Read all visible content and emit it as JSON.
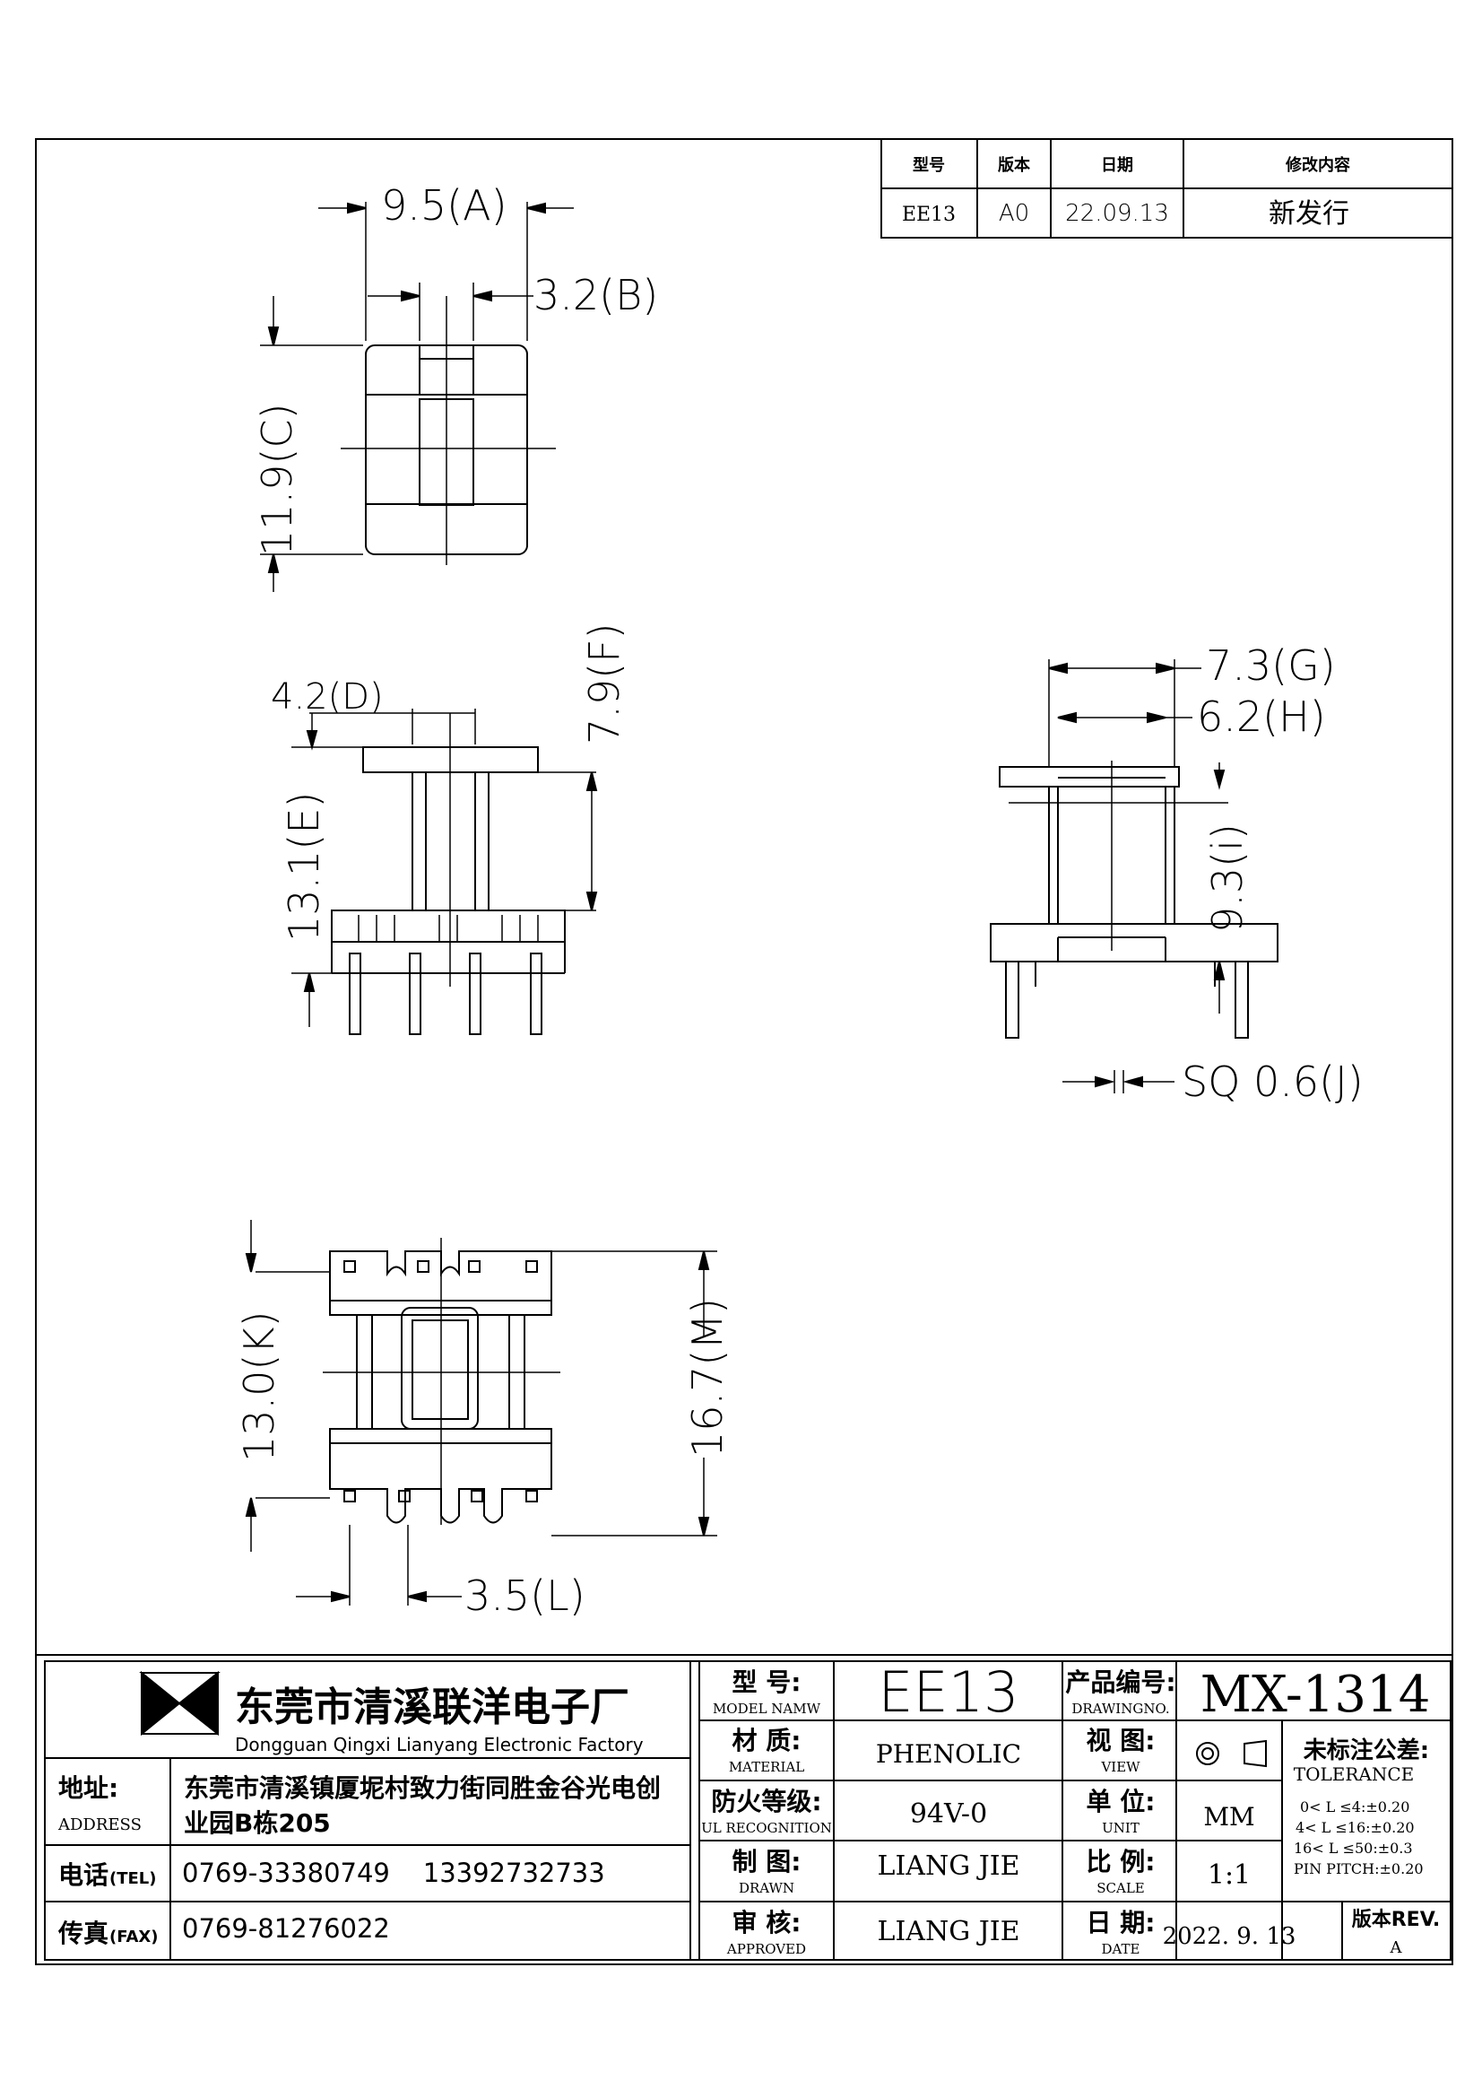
{
  "revision_table": {
    "headers": [
      "型号",
      "版本",
      "日期",
      "修改内容"
    ],
    "row": [
      "EE13",
      "A0",
      "22.09.13",
      "新发行"
    ]
  },
  "dimensions": {
    "A": "9.5(A)",
    "B": "3.2(B)",
    "C": "11.9(C)",
    "D": "4.2(D)",
    "E": "13.1(E)",
    "F": "7.9(F)",
    "G": "7.3(G)",
    "H": "6.2(H)",
    "I": "9.3(i)",
    "J": "SQ 0.6(J)",
    "K": "13.0(K)",
    "L": "3.5(L)",
    "M": "16.7(M)"
  },
  "title_block": {
    "company_cn": "东莞市清溪联洋电子厂",
    "company_en": "Dongguan Qingxi Lianyang Electronic Factory",
    "address_label_cn": "地址:",
    "address_label_en": "ADDRESS",
    "address_line1": "东莞市清溪镇厦坭村致力街同胜金谷光电创",
    "address_line2": "业园B栋205",
    "tel_label": "电话",
    "tel_label_en": "(TEL)",
    "tel_value": "0769-33380749    13392732733",
    "fax_label": "传真",
    "fax_label_en": "(FAX)",
    "fax_value": "0769-81276022",
    "model_label_cn": "型  号:",
    "model_label_en": "MODEL NAMW",
    "model_value": "EE13",
    "drawing_no_label_cn": "产品编号:",
    "drawing_no_label_en": "DRAWINGNO.",
    "drawing_no_value": "MX-1314",
    "material_label_cn": "材  质:",
    "material_label_en": "MATERIAL",
    "material_value": "PHENOLIC",
    "view_label_cn": "视  图:",
    "view_label_en": "VIEW",
    "tolerance_label_cn": "未标注公差:",
    "tolerance_label_en": "TOLERANCE",
    "tolerance_lines": [
      "0< L ≤4:±0.20",
      "4< L ≤16:±0.20",
      "16< L ≤50:±0.3",
      "PIN PITCH:±0.20"
    ],
    "ul_label_cn": "防火等级:",
    "ul_label_en": "UL RECOGNITION",
    "ul_value": "94V-0",
    "unit_label_cn": "单  位:",
    "unit_label_en": "UNIT",
    "unit_value": "MM",
    "drawn_label_cn": "制  图:",
    "drawn_label_en": "DRAWN",
    "drawn_value": "LIANG JIE",
    "scale_label_cn": "比  例:",
    "scale_label_en": "SCALE",
    "scale_value": "1:1",
    "approved_label_cn": "审  核:",
    "approved_label_en": "APPROVED",
    "approved_value": "LIANG JIE",
    "date_label_cn": "日  期:",
    "date_label_en": "DATE",
    "date_value": "2022. 9. 13",
    "rev_label": "版本REV.",
    "rev_value": "A"
  }
}
